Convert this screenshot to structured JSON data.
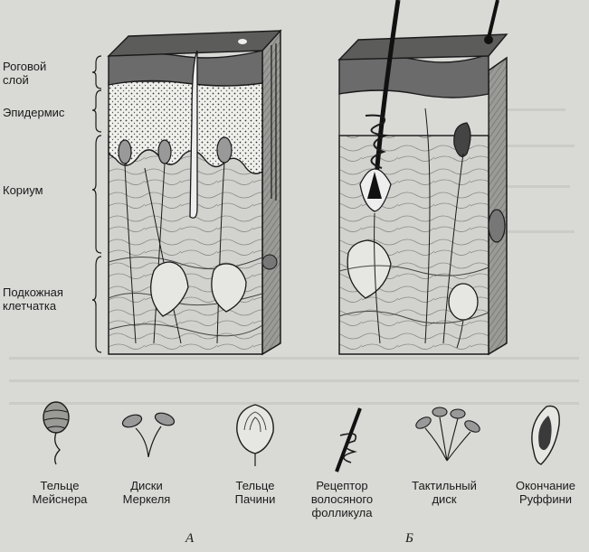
{
  "layers": {
    "stratum_corneum": "Роговой\nслой",
    "epidermis": "Эпидермис",
    "dermis": "Кориум",
    "hypodermis": "Подкожная\nклетчатка"
  },
  "receptors": [
    {
      "key": "meissner",
      "label": "Тельце\nМейснера"
    },
    {
      "key": "merkel",
      "label": "Диски\nМеркеля"
    },
    {
      "key": "pacini",
      "label": "Тельце\nПачини"
    },
    {
      "key": "follicle",
      "label": "Рецептор\nволосяного\nфолликула"
    },
    {
      "key": "tactile_disc",
      "label": "Тактильный\nдиск"
    },
    {
      "key": "ruffini",
      "label": "Окончание\nРуффини"
    }
  ],
  "panels": {
    "a": "А",
    "b": "Б"
  },
  "colors": {
    "ink": "#1a1a1a",
    "dark_band": "#6b6b6b",
    "dermis_fill": "#cfcfcc",
    "background": "#d9d9d6"
  }
}
